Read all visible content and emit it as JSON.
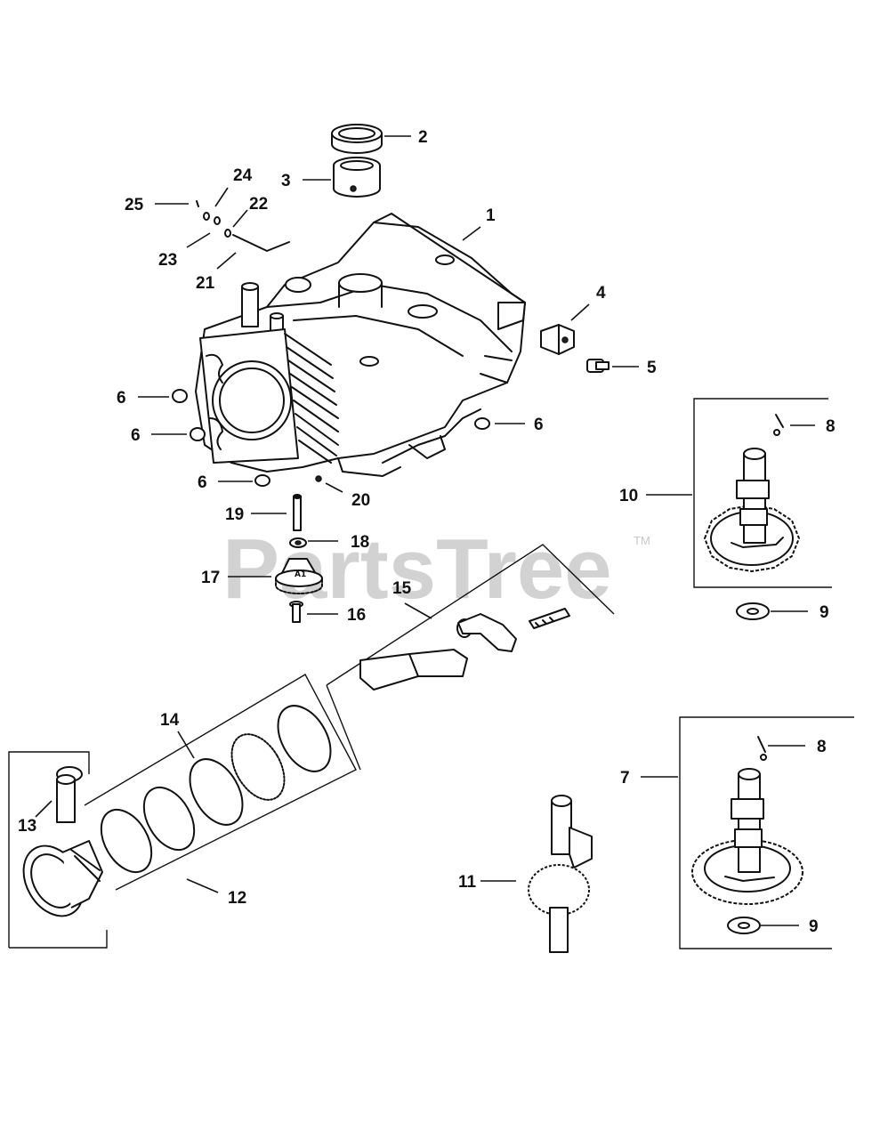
{
  "watermark": {
    "brand": "PartsTree",
    "trademark": "TM"
  },
  "callouts": {
    "c1": "1",
    "c2": "2",
    "c3": "3",
    "c4": "4",
    "c5": "5",
    "c6a": "6",
    "c6b": "6",
    "c6c": "6",
    "c6d": "6",
    "c7": "7",
    "c8a": "8",
    "c8b": "8",
    "c9a": "9",
    "c9b": "9",
    "c10": "10",
    "c11": "11",
    "c12": "12",
    "c13": "13",
    "c14": "14",
    "c15": "15",
    "c16": "16",
    "c17": "17",
    "c18": "18",
    "c19": "19",
    "c20": "20",
    "c21": "21",
    "c22": "22",
    "c23": "23",
    "c24": "24",
    "c25": "25"
  },
  "stamp_text": "A1"
}
